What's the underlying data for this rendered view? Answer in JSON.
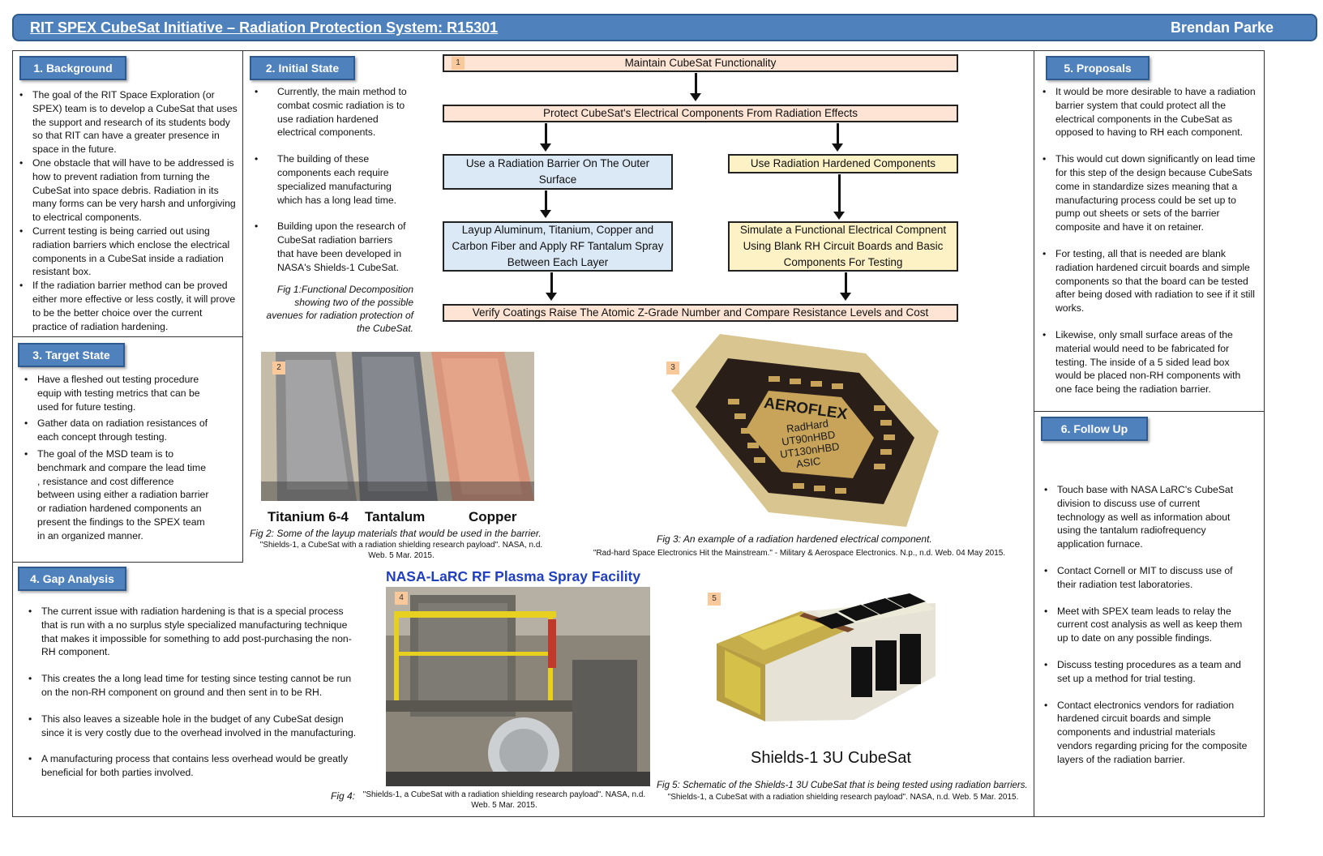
{
  "header": {
    "title": "RIT SPEX CubeSat Initiative – Radiation Protection System: R15301",
    "author": "Brendan Parke"
  },
  "background": {
    "heading": "1. Background",
    "bullets": [
      "The goal of the RIT Space Exploration (or SPEX) team is to develop a CubeSat that uses the support and research of its students body so that RIT can have a greater presence in space in the future.",
      "One obstacle that will have to be addressed is how to prevent radiation from turning the CubeSat into space debris. Radiation in its many forms can be very harsh and unforgiving to electrical components.",
      "Current testing is being carried out using radiation barriers which enclose the electrical components in a CubeSat inside a radiation resistant box.",
      "If the radiation barrier method can be proved either more effective or less costly, it will prove to be the better choice over the current practice of radiation hardening."
    ]
  },
  "initial_state": {
    "heading": "2. Initial State",
    "bullets": [
      "Currently, the main method to combat cosmic radiation is to use radiation hardened electrical components.",
      "The building of these components each require specialized manufacturing which has a long lead time.",
      "Building upon the research of CubeSat radiation barriers that have been developed in NASA's Shields-1 CubeSat."
    ],
    "fig1_caption": "Fig 1:Functional Decomposition showing two of the possible avenues for radiation protection of the CubeSat."
  },
  "target_state": {
    "heading": "3. Target State",
    "bullets": [
      "Have a fleshed out testing procedure equip with testing metrics that can be used for future testing.",
      "Gather data on radiation resistances of each concept through testing.",
      "The goal of the MSD team is to benchmark and compare the lead time , resistance and cost difference between using either a radiation barrier or radiation hardened components an present the findings to the SPEX team in an organized manner."
    ]
  },
  "gap_analysis": {
    "heading": "4. Gap Analysis",
    "bullets": [
      "The current issue with radiation hardening is that is a special process that is run with a no surplus style specialized manufacturing technique that makes it impossible for something to add post-purchasing the non-RH component.",
      "This creates the a long lead time for testing since testing cannot be run on the non-RH component on ground and then sent in to be RH.",
      "This also leaves a sizeable hole in the budget of any CubeSat design since it is very costly due to the overhead involved in the manufacturing.",
      "A manufacturing process that contains less overhead would be greatly beneficial for both parties involved."
    ]
  },
  "proposals": {
    "heading": "5. Proposals",
    "bullets": [
      "It would be more desirable to have a radiation barrier system that could protect all the electrical components in the CubeSat as opposed to having to RH each component.",
      "This would cut down significantly on lead time for this step of the design because CubeSats come in standardize sizes meaning that a manufacturing process could be set up to pump out sheets or sets of the barrier composite and have it on retainer.",
      "For testing, all that is needed are blank radiation hardened circuit boards and simple components so that the board can be tested after being dosed with radiation to see if it still works.",
      "Likewise, only small surface areas of the material would need to be fabricated for testing. The inside of a 5 sided lead box would be placed non-RH components with one face being the radiation barrier."
    ]
  },
  "follow_up": {
    "heading": "6. Follow Up",
    "bullets": [
      "Touch base with NASA LaRC's CubeSat division to discuss use of current technology as well as information about using the tantalum radiofrequency application furnace.",
      "Contact Cornell or MIT to discuss use of their radiation test laboratories.",
      "Meet with SPEX team leads to relay the current cost analysis as well as keep them up to date on any possible findings.",
      "Discuss testing procedures as a team and set up a method for trial testing.",
      "Contact electronics vendors for radiation hardened circuit boards and simple components and industrial materials vendors regarding pricing for the composite layers of the radiation barrier."
    ]
  },
  "flowchart": {
    "badge": "1",
    "top": "Maintain CubeSat Functionality",
    "second": "Protect CubeSat's Electrical Components From Radiation Effects",
    "left1": "Use a Radiation Barrier On The Outer Surface",
    "right1": "Use Radiation Hardened Components",
    "left2": "Layup Aluminum, Titanium, Copper and Carbon Fiber and Apply RF Tantalum Spray Between Each Layer",
    "right2": "Simulate a Functional Electrical Compnent Using  Blank RH Circuit Boards and Basic Components For Testing",
    "bottom": "Verify Coatings Raise The Atomic Z-Grade Number and Compare Resistance Levels and Cost",
    "colors": {
      "peach": "#fde4d4",
      "blue": "#dbe8f5",
      "yellow": "#fdf2c6"
    }
  },
  "fig2": {
    "badge": "2",
    "labels": [
      "Titanium 6-4",
      "Tantalum",
      "Copper"
    ],
    "caption": "Fig 2: Some of the layup materials that would be used in the barrier.",
    "cite": "\"Shields-1, a CubeSat with a radiation shielding research payload\". NASA, n.d. Web. 5 Mar. 2015."
  },
  "fig3": {
    "badge": "3",
    "chip_brand": "AEROFLEX",
    "chip_lines": [
      "RadHard",
      "UT90nHBD",
      "UT130nHBD",
      "ASIC"
    ],
    "caption": "Fig 3: An example of a radiation hardened electrical component.",
    "cite": "\"Rad-hard Space Electronics Hit the Mainstream.\" - Military & Aerospace Electronics. N.p., n.d. Web. 04 May 2015."
  },
  "fig4": {
    "badge": "4",
    "title": "NASA-LaRC RF Plasma Spray Facility",
    "caption_lead": "Fig 4:",
    "cite": "\"Shields-1, a CubeSat with a radiation shielding research payload\". NASA, n.d. Web. 5 Mar. 2015."
  },
  "fig5": {
    "badge": "5",
    "label": "Shields-1 3U CubeSat",
    "caption": "Fig 5: Schematic of the Shields-1 3U CubeSat that is being tested  using radiation barriers.",
    "cite": "\"Shields-1, a CubeSat with a radiation shielding research payload\". NASA, n.d. Web. 5 Mar. 2015."
  }
}
